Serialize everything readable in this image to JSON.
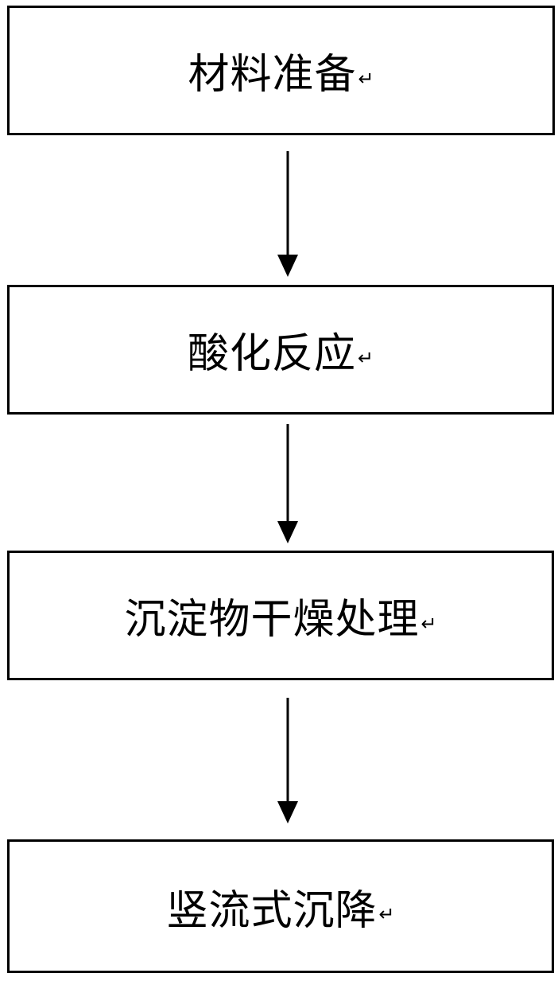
{
  "diagram": {
    "steps": [
      {
        "label": "材料准备"
      },
      {
        "label": "酸化反应"
      },
      {
        "label": "沉淀物干燥处理"
      },
      {
        "label": "竖流式沉降"
      }
    ],
    "return_mark": "↵",
    "colors": {
      "line": "#000000",
      "background": "#ffffff"
    }
  }
}
